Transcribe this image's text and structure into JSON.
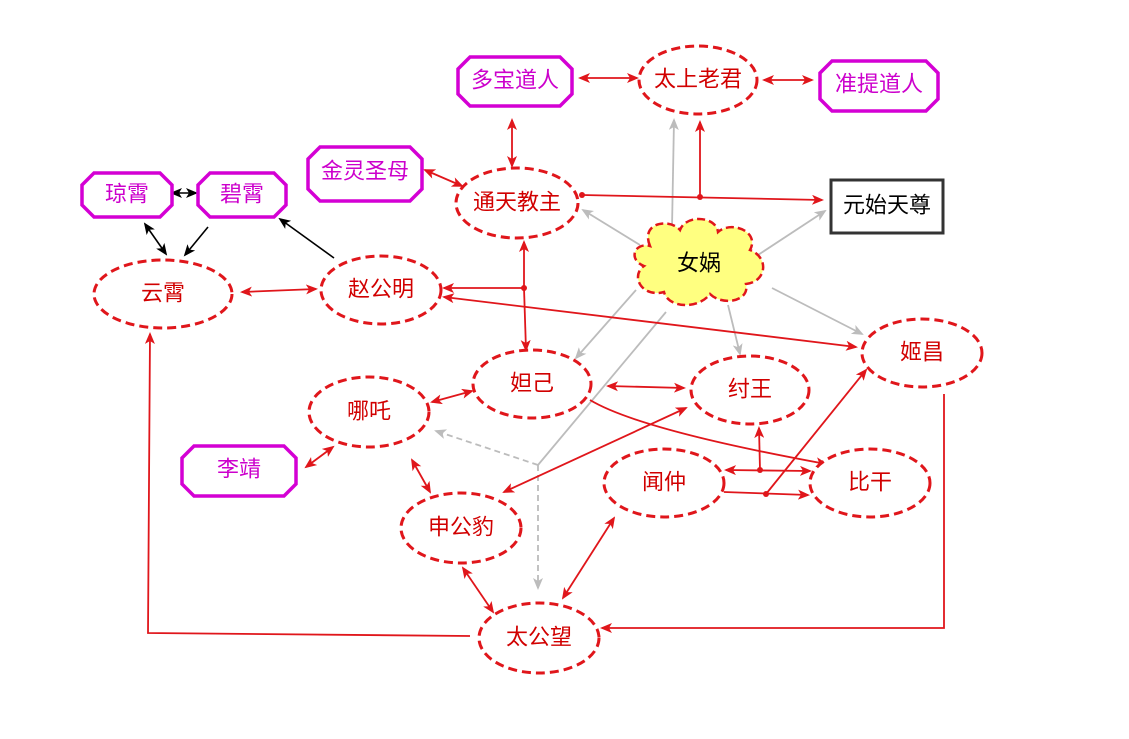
{
  "nodes": {
    "duobao": "多宝道人",
    "taishang": "太上老君",
    "zhunti": "准提道人",
    "jinling": "金灵圣母",
    "tongtian": "通天教主",
    "yuanshi": "元始天尊",
    "qiongxiao": "琼霄",
    "bixiao": "碧霄",
    "yunxiao": "云霄",
    "zhaogongming": "赵公明",
    "nvwa": "女娲",
    "jichang": "姬昌",
    "daji": "妲己",
    "zhouwang": "纣王",
    "nezha": "哪吒",
    "lijing": "李靖",
    "wenzhong": "闻仲",
    "bigan": "比干",
    "shengongbao": "申公豹",
    "taigongwang": "太公望"
  },
  "colors": {
    "red_line": "#e0161b",
    "gray_line": "#bcbcbc",
    "magenta": "#d400d4",
    "cloud_fill": "#ffff80"
  }
}
